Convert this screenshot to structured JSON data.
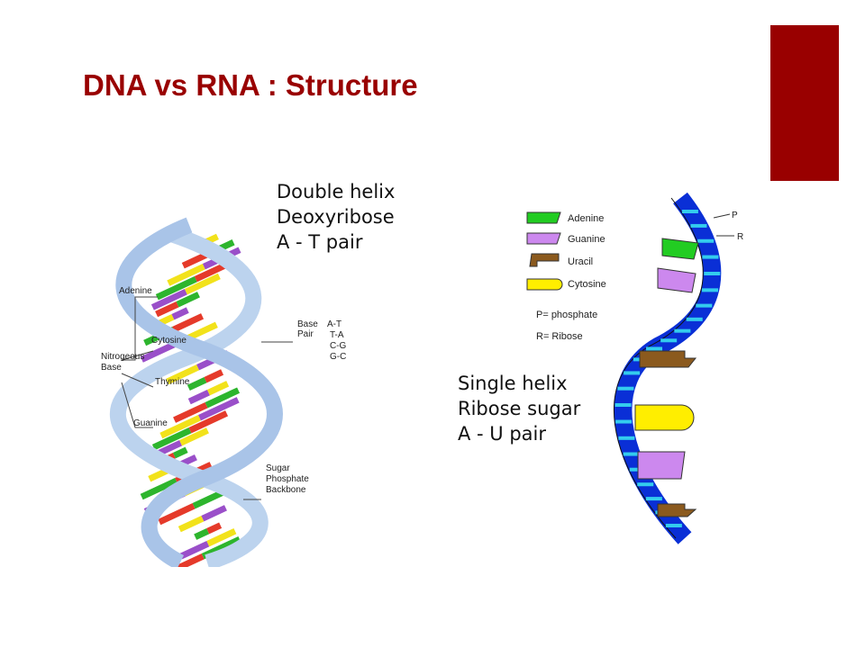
{
  "slide": {
    "title": "DNA vs RNA : Structure",
    "accent_color": "#990000"
  },
  "dna": {
    "properties": [
      "Double helix",
      "Deoxyribose",
      "A - T pair"
    ],
    "labels": {
      "adenine": "Adenine",
      "nitrogeous": "Nitrogeous",
      "base": "Base",
      "cytosine": "Cytosine",
      "thymine": "Thymine",
      "guanine": "Guanine",
      "base_pair_1": "Base",
      "base_pair_2": "Pair",
      "pairs": [
        "A-T",
        "T-A",
        "C-G",
        "G-C"
      ],
      "backbone": [
        "Sugar",
        "Phosphate",
        "Backbone"
      ]
    },
    "colors": {
      "adenine": "#2db52d",
      "thymine": "#e53a2a",
      "guanine": "#9a4fc9",
      "cytosine": "#f2e21b",
      "backbone": "#bcd3ee"
    }
  },
  "rna": {
    "properties": [
      "Single helix",
      "Ribose sugar",
      "A - U pair"
    ],
    "legend": [
      {
        "label": "Adenine",
        "color": "#22cc22"
      },
      {
        "label": "Guanine",
        "color": "#cc88ee"
      },
      {
        "label": "Uracil",
        "color": "#8b5a1e"
      },
      {
        "label": "Cytosine",
        "color": "#ffee00"
      }
    ],
    "key_phosphate": "P= phosphate",
    "key_ribose": "R= Ribose",
    "marker_p": "P",
    "marker_r": "R",
    "colors": {
      "backbone": "#0a2fd6",
      "rung": "#33ccee"
    }
  }
}
